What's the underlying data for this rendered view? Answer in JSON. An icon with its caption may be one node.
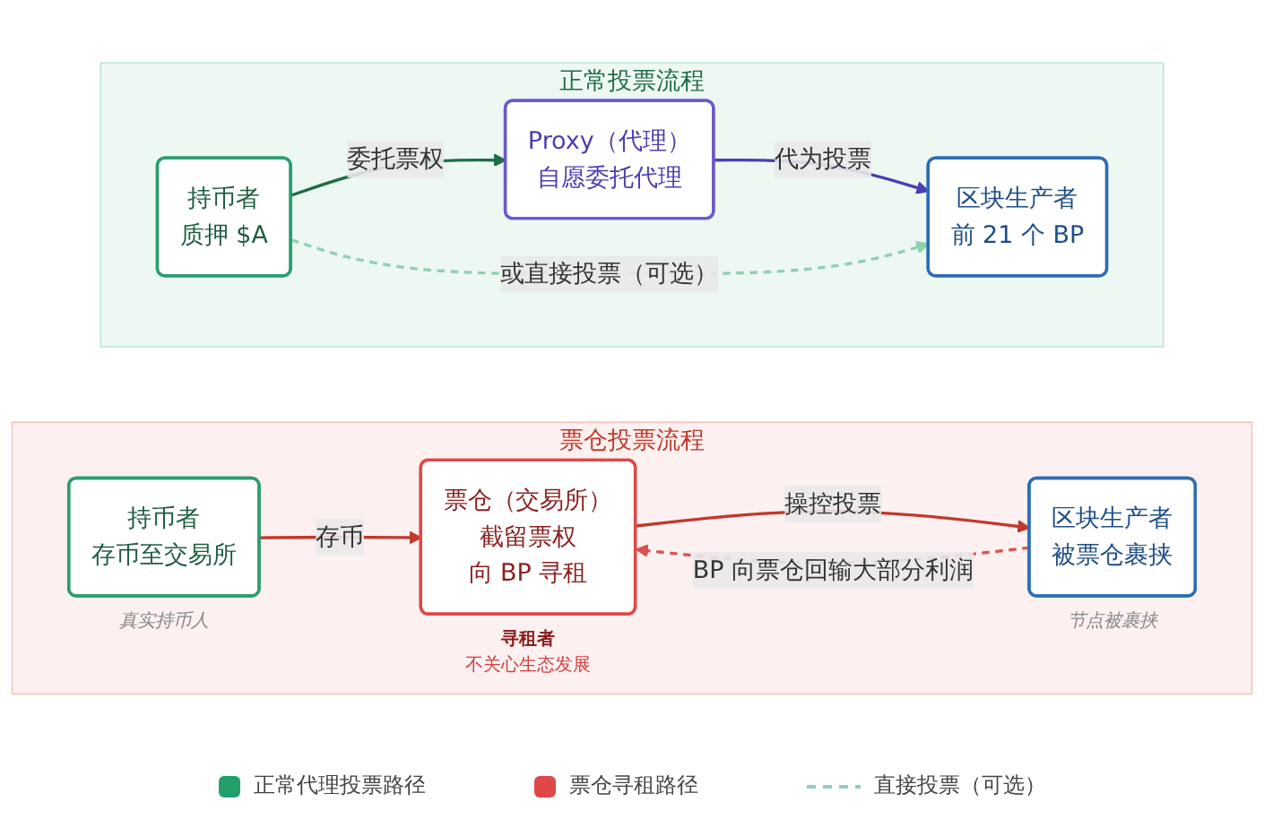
{
  "diagram": {
    "nodes": [
      {
        "text": [
          "正常投票流程"
        ]
      },
      {
        "text": [
          "持币者",
          "质押 $A"
        ],
        "in": 0
      },
      {
        "text": [
          "Proxy（代理）",
          "自愿委托代理"
        ],
        "in": 0
      },
      {
        "text": [
          "区块生产者",
          "前 21 个 BP"
        ],
        "in": 0
      },
      {
        "text": [
          "票仓投票流程"
        ]
      },
      {
        "text": [
          "持币者",
          "存币至交易所"
        ],
        "in": 4,
        "beside": [
          "真实持币人"
        ]
      },
      {
        "text": [
          "票仓（交易所）",
          "截留票权",
          "向 BP 寻租"
        ],
        "in": 4,
        "beside": [
          "寻租者",
          "不关心生态发展"
        ]
      },
      {
        "text": [
          "区块生产者",
          "被票仓裹挟"
        ],
        "in": 4,
        "beside": [
          "节点被裹挟"
        ]
      }
    ],
    "edges": [
      {
        "from": 1,
        "to": 2,
        "arrow": "to",
        "label": "委托票权",
        "color": "#1f6e4a"
      },
      {
        "from": 2,
        "to": 3,
        "arrow": "to",
        "label": "代为投票",
        "color": "#4b3fb0"
      },
      {
        "from": 1,
        "to": 3,
        "arrow": "to",
        "label": "或直接投票（可选）",
        "style": "dashed",
        "color": "#8fd0b0"
      },
      {
        "from": 5,
        "to": 6,
        "arrow": "to",
        "label": "存币",
        "color": "#c0392b"
      },
      {
        "from": 6,
        "to": 7,
        "arrow": "to",
        "label": "操控投票",
        "color": "#c0392b"
      },
      {
        "from": 7,
        "to": 6,
        "arrow": "to",
        "label": "BP 向票仓回输大部分利润",
        "style": "dashed",
        "color": "#d9534f"
      }
    ],
    "legend": [
      {
        "text": "正常代理投票路径",
        "color": "#22a06b"
      },
      {
        "text": "票仓寻租路径",
        "color": "#e04848"
      },
      {
        "text": "直接投票（可选）"
      }
    ]
  }
}
